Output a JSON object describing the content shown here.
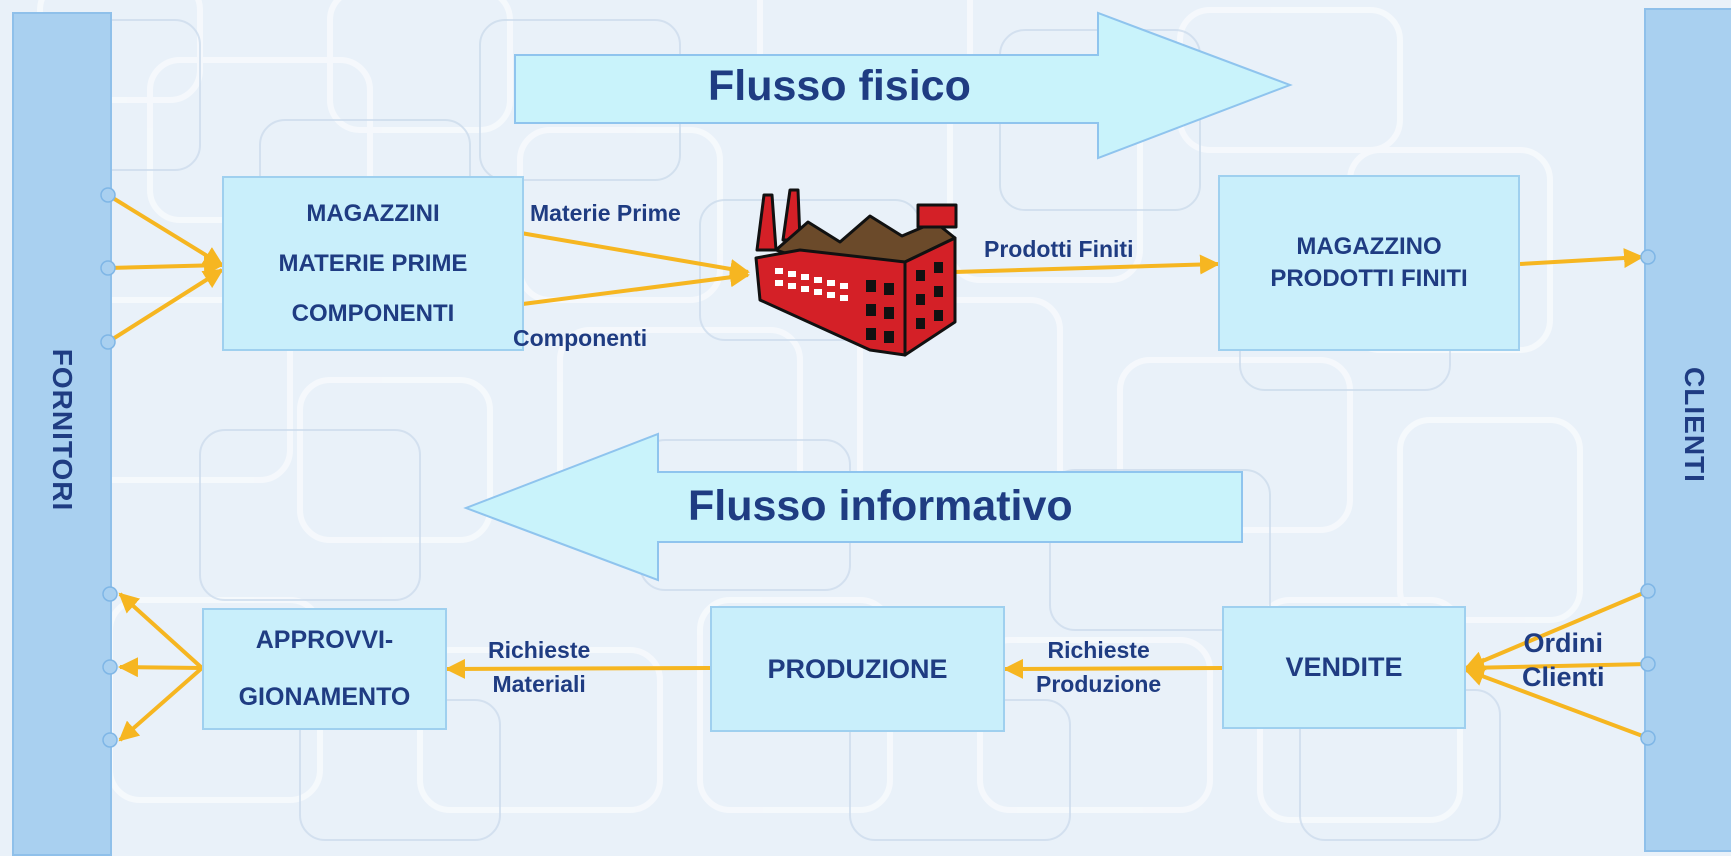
{
  "suppliers": {
    "label": "FORNITORI"
  },
  "clients": {
    "label": "CLIENTI"
  },
  "physical_flow": {
    "label": "Flusso fisico"
  },
  "info_flow": {
    "label": "Flusso informativo"
  },
  "raw_warehouse": {
    "lines": [
      "MAGAZZINI",
      "MATERIE PRIME",
      "COMPONENTI"
    ]
  },
  "finished_warehouse": {
    "lines": [
      "MAGAZZINO",
      "PRODOTTI FINITI"
    ]
  },
  "procurement": {
    "lines": [
      "APPROVVI-",
      "GIONAMENTO"
    ]
  },
  "production": {
    "label": "PRODUZIONE"
  },
  "sales": {
    "label": "VENDITE"
  },
  "edge_labels": {
    "raw_materials": "Materie Prime",
    "components": "Componenti",
    "finished_products": "Prodotti Finiti",
    "material_requests": [
      "Richieste",
      "Materiali"
    ],
    "production_requests": [
      "Richieste",
      "Produzione"
    ],
    "client_orders": [
      "Ordini",
      "Clienti"
    ]
  },
  "colors": {
    "connector": "#f6b621",
    "box_fill": "#c9effb",
    "side_fill": "#a9d0f0",
    "text": "#1f3c82",
    "factory": "#d42027"
  },
  "icons": {
    "factory": "factory-icon"
  }
}
